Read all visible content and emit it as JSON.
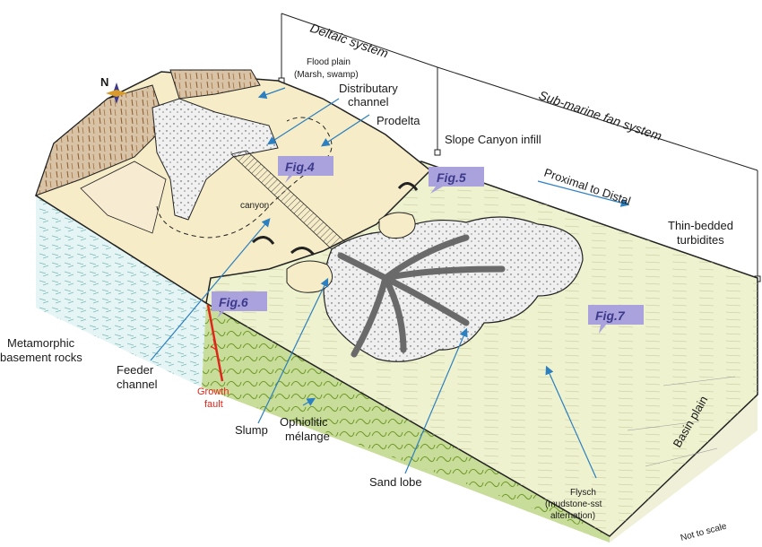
{
  "colors": {
    "sand_yellow": "#f6edc8",
    "flysch_green": "#eef2cf",
    "basement_blue": "#e5f5f5",
    "ophiolite_green": "#c9dd9a",
    "lobe_grey": "#efefef",
    "channel_dark": "#6a6a6a",
    "fig_tag_fill": "#a9a2dd",
    "arrow_blue": "#2c7fc0",
    "fault_red": "#e0261b"
  },
  "icons": {
    "north": "north-arrow-icon"
  },
  "labels": {
    "north": "N",
    "deltaic_system": "Deltaic system",
    "submarine_fan_system": "Sub-marine fan system",
    "flood_plain_1": "Flood plain",
    "flood_plain_2": "(Marsh, swamp)",
    "distributary_1": "Distributary",
    "distributary_2": "channel",
    "prodelta": "Prodelta",
    "slope_canyon_infill": "Slope Canyon infill",
    "proximal_to_distal": "Proximal to Distal",
    "thin_bedded_1": "Thin-bedded",
    "thin_bedded_2": "turbidites",
    "canyon": "canyon",
    "metamorphic_1": "Metamorphic",
    "metamorphic_2": "basement rocks",
    "feeder_1": "Feeder",
    "feeder_2": "channel",
    "growth_1": "Growth",
    "growth_2": "fault",
    "slump": "Slump",
    "ophiolitic_1": "Ophiolitic",
    "ophiolitic_2": "mélange",
    "sand_lobe": "Sand lobe",
    "flysch_1": "Flysch",
    "flysch_2": "(mudstone-sst",
    "flysch_3": "alternation)",
    "basin_plain": "Basin plain",
    "not_to_scale": "Not to scale"
  },
  "fig_tags": {
    "fig4": "Fig.4",
    "fig5": "Fig.5",
    "fig6": "Fig.6",
    "fig7": "Fig.7"
  }
}
